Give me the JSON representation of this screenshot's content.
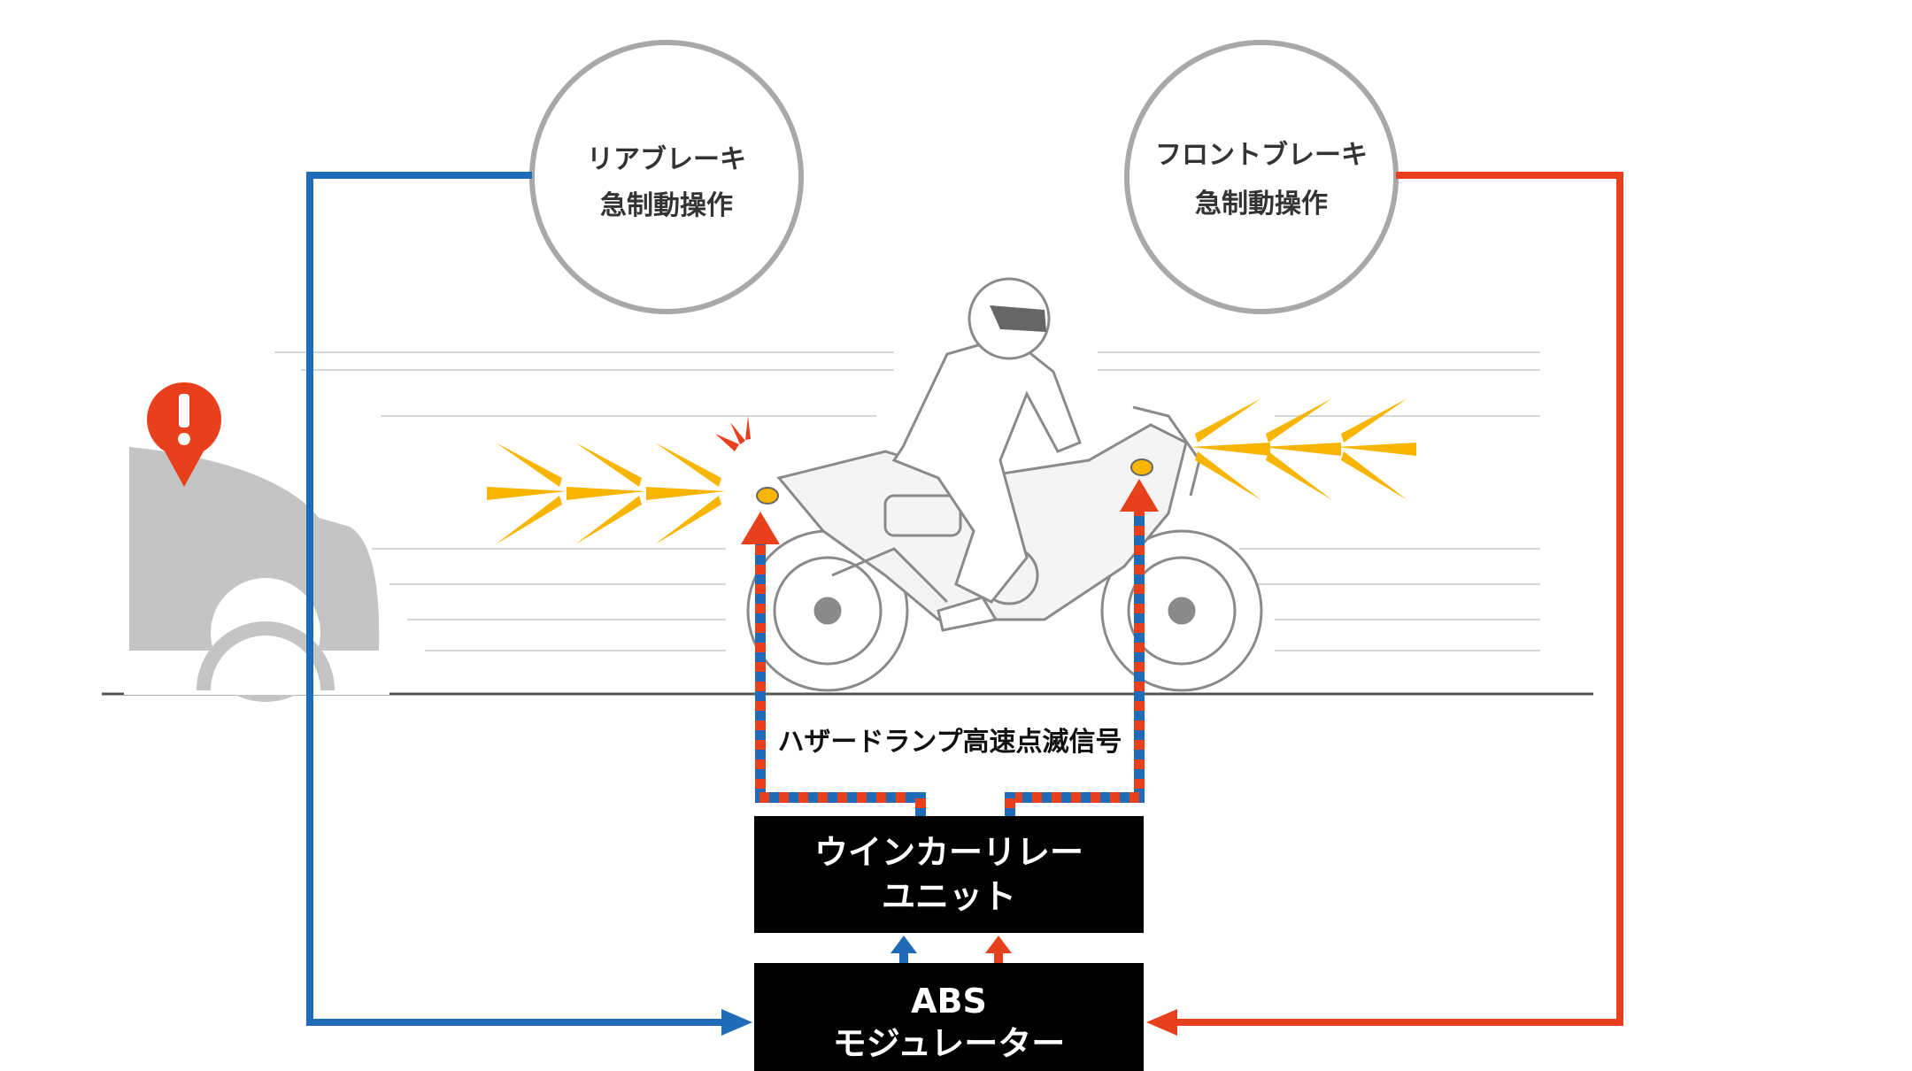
{
  "colors": {
    "rear_line": "#1f6bb8",
    "front_line": "#e8401c",
    "box_fill": "#000000",
    "box_text": "#ffffff",
    "circle_stroke": "#a8a8a8",
    "flash": "#f7b500",
    "warning": "#e8401c",
    "car": "#c4c4c4"
  },
  "rear_brake": {
    "line1": "リアブレーキ",
    "line2": "急制動操作"
  },
  "front_brake": {
    "line1": "フロントブレーキ",
    "line2": "急制動操作"
  },
  "signal_label": "ハザードランプ高速点滅信号",
  "winker_unit": {
    "line1": "ウインカーリレー",
    "line2": "ユニット"
  },
  "abs_unit": {
    "line1": "ABS",
    "line2": "モジュレーター"
  },
  "icons": {
    "warning": "exclamation-pin-icon",
    "flash": "hazard-flash-icon",
    "arrow": "arrow-icon"
  }
}
